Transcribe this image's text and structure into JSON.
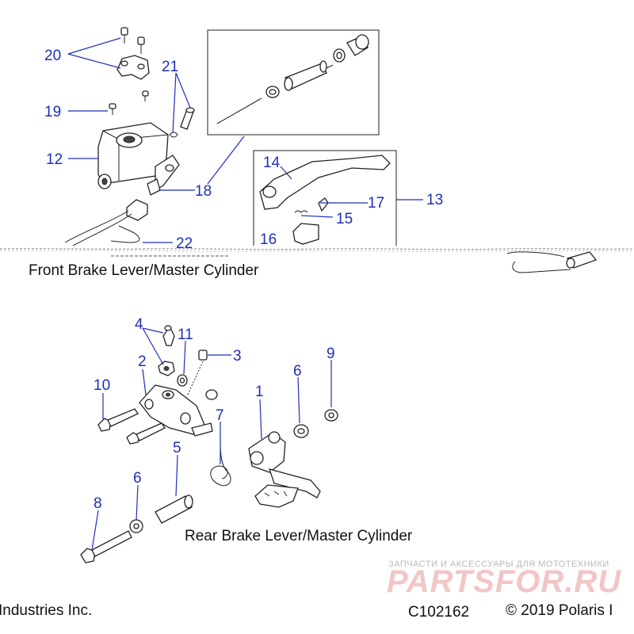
{
  "sections": {
    "front_title": "Front Brake Lever/Master Cylinder",
    "rear_title": "Rear Brake Lever/Master Cylinder"
  },
  "footer": {
    "left": "Industries Inc.",
    "code": "C102162",
    "copyright": "© 2019 Polaris I"
  },
  "watermark": {
    "tagline": "ЗАПЧАСТИ И АКСЕССУАРЫ ДЛЯ МОТОТЕХНИКИ",
    "logo": "PARTSFOR.RU"
  },
  "callouts": {
    "c1": "1",
    "c2": "2",
    "c3": "3",
    "c4": "4",
    "c5": "5",
    "c6a": "6",
    "c6b": "6",
    "c7": "7",
    "c8": "8",
    "c9": "9",
    "c10": "10",
    "c11": "11",
    "c12": "12",
    "c13": "13",
    "c14": "14",
    "c15": "15",
    "c16": "16",
    "c17": "17",
    "c18": "18",
    "c19": "19",
    "c20": "20",
    "c21": "21",
    "c22": "22"
  }
}
